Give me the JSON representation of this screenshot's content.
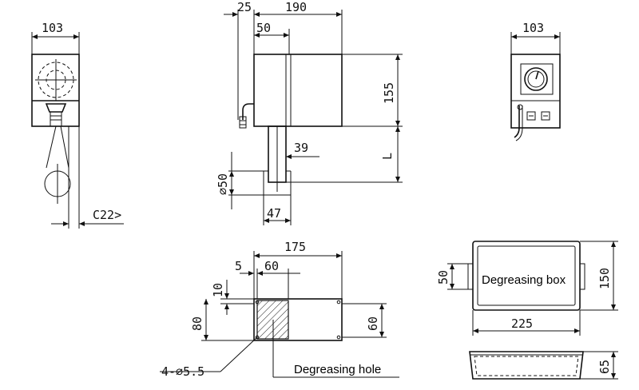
{
  "front_view": {
    "width_dim": "103",
    "clearance_dim": "C22>"
  },
  "side_view": {
    "offset_dim": "25",
    "total_width_dim": "190",
    "inner_dim": "50",
    "height_dim": "155",
    "tube_dim": "39",
    "pipe_length_dim": "L",
    "pipe_diameter_dim": "⌀50",
    "base_dim": "47"
  },
  "control_view": {
    "width_dim": "103"
  },
  "hole_plan": {
    "width_dim": "175",
    "edge_dim": "5",
    "opening_dim": "60",
    "top_dim": "10",
    "height_dim": "80",
    "right_dim": "60",
    "holes_dim": "4-⌀5.5",
    "label": "Degreasing hole"
  },
  "box_plan": {
    "side_dim": "50",
    "height_dim": "150",
    "width_dim": "225",
    "label": "Degreasing box"
  },
  "box_side": {
    "height_dim": "65"
  }
}
